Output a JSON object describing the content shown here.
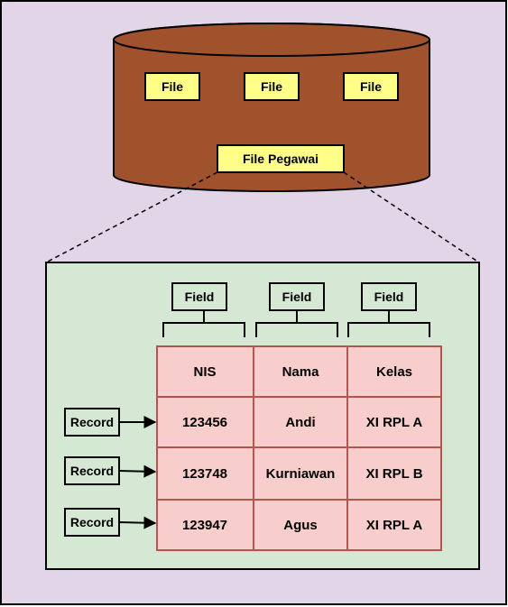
{
  "database": {
    "files": [
      "File",
      "File",
      "File"
    ],
    "highlighted_file": "File Pegawai"
  },
  "fields": [
    "Field",
    "Field",
    "Field"
  ],
  "records": [
    "Record",
    "Record",
    "Record"
  ],
  "table": {
    "columns": [
      "NIS",
      "Nama",
      "Kelas"
    ],
    "rows": [
      [
        "123456",
        "Andi",
        "XI RPL A"
      ],
      [
        "123748",
        "Kurniawan",
        "XI RPL B"
      ],
      [
        "123947",
        "Agus",
        "XI RPL A"
      ]
    ]
  },
  "colors": {
    "outer_bg": "#e1d5e7",
    "cylinder": "#a0522d",
    "file_box": "#ffff88",
    "inner_panel": "#d5e8d4",
    "table_cell": "#f8cecc",
    "table_border": "#b85450"
  }
}
